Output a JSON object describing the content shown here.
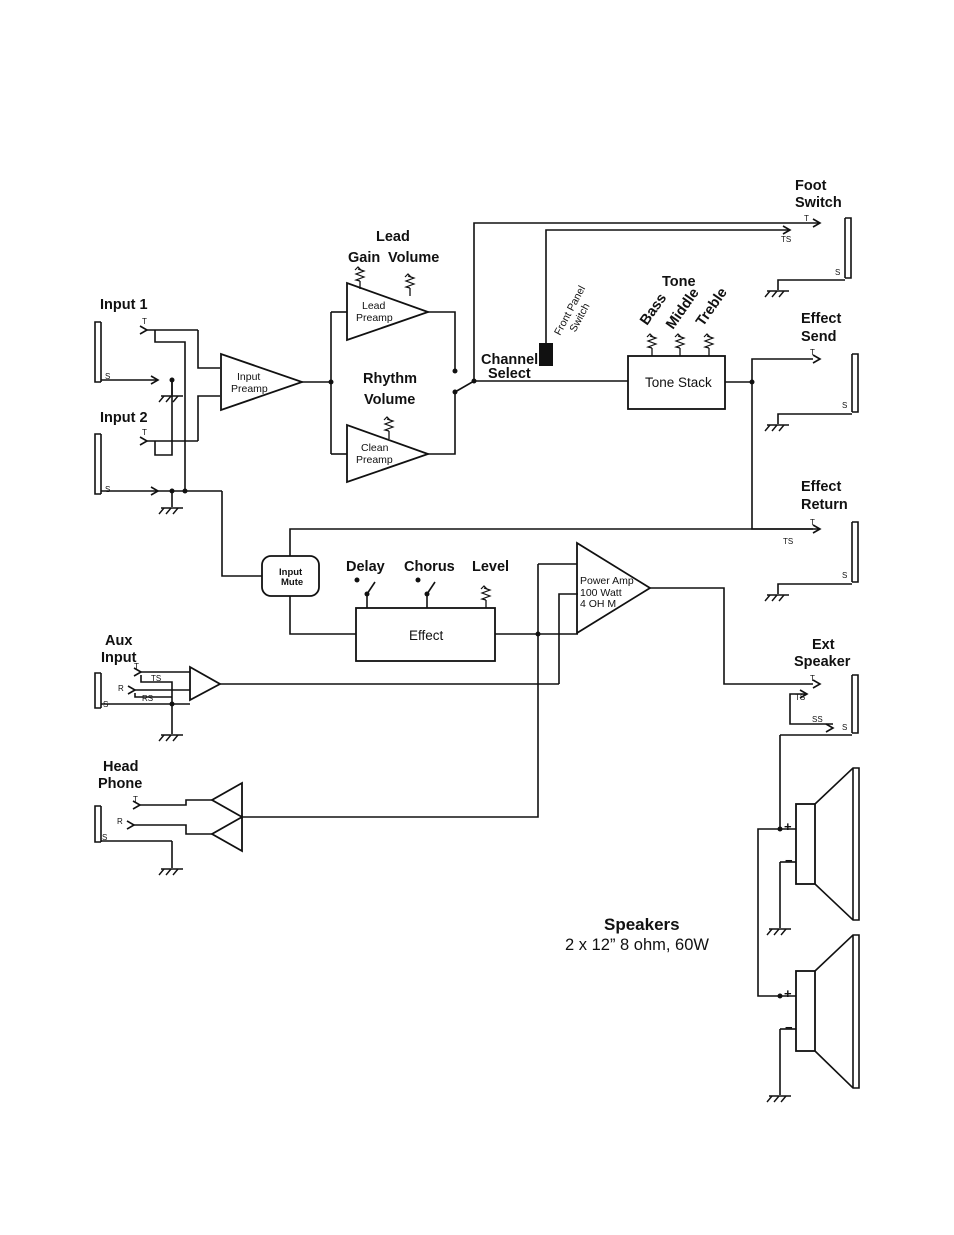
{
  "labels": {
    "input1": "Input 1",
    "input2": "Input 2",
    "lead": "Lead",
    "gain": "Gain",
    "volume": "Volume",
    "rhythm": "Rhythm",
    "rhythm_volume": "Volume",
    "channel": "Channel",
    "select": "Select",
    "front_panel": "Front Panel",
    "switch": "Switch",
    "tone": "Tone",
    "bass": "Bass",
    "middle": "Middle",
    "treble": "Treble",
    "foot": "Foot",
    "foot_switch": "Switch",
    "effect_send_1": "Effect",
    "effect_send_2": "Send",
    "effect_return_1": "Effect",
    "effect_return_2": "Return",
    "delay": "Delay",
    "chorus": "Chorus",
    "level": "Level",
    "aux_1": "Aux",
    "aux_2": "Input",
    "head_1": "Head",
    "head_2": "Phone",
    "ext_1": "Ext",
    "ext_2": "Speaker",
    "speakers_title": "Speakers",
    "speakers_spec": "2 x 12” 8 ohm, 60W"
  },
  "blocks": {
    "input_preamp": [
      "Input",
      "Preamp"
    ],
    "lead_preamp": [
      "Lead",
      "Preamp"
    ],
    "clean_preamp": [
      "Clean",
      "Preamp"
    ],
    "tone_stack": "Tone Stack",
    "effect": "Effect",
    "input_mute": [
      "Input",
      "Mute"
    ],
    "power_amp": [
      "Power  Amp",
      "100 Watt",
      "4 OH M"
    ]
  },
  "pins": {
    "t": "T",
    "s": "S",
    "r": "R",
    "ts": "TS",
    "rs": "RS",
    "ss": "SS",
    "plus": "+",
    "minus": "−"
  }
}
